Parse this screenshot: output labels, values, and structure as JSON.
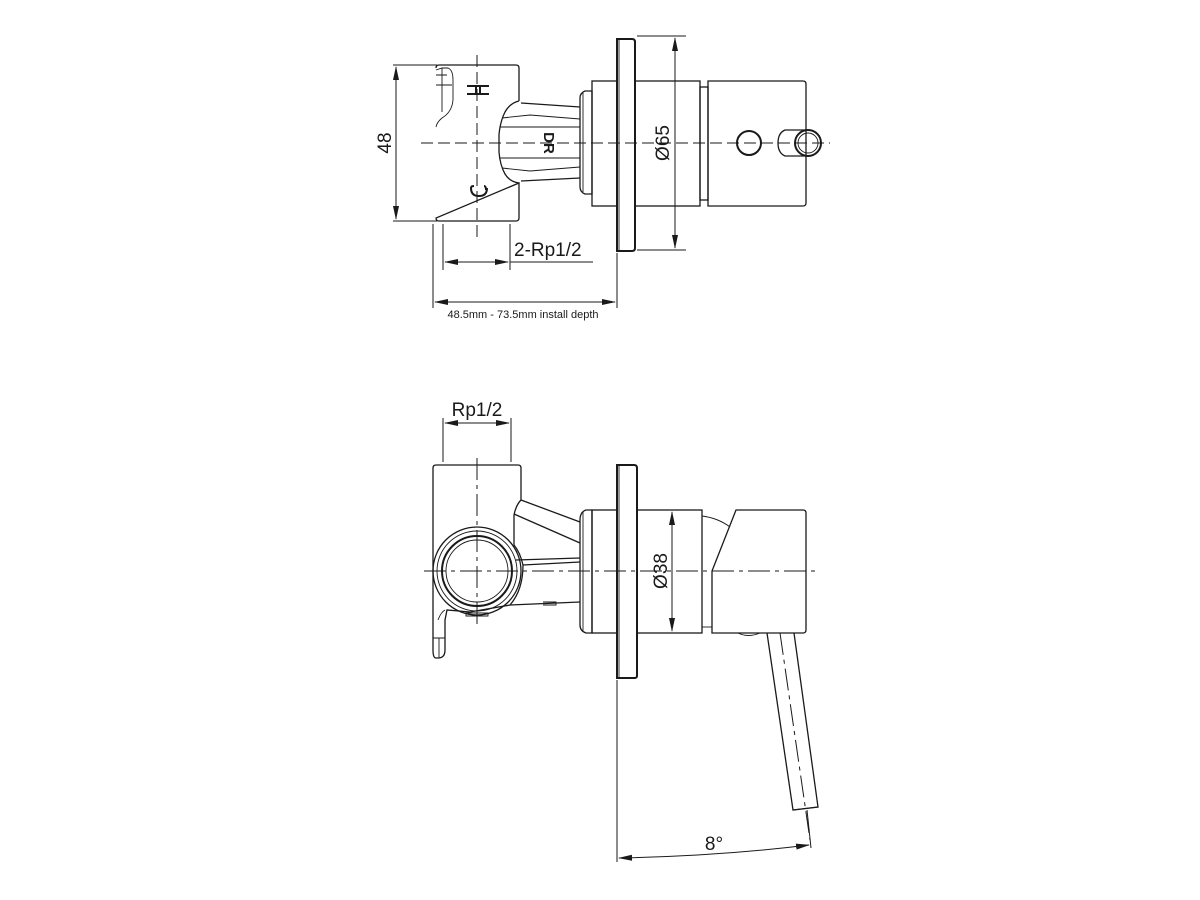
{
  "drawing": {
    "top_view": {
      "height_dim": "48",
      "diameter_dim": "Ø65",
      "inlet_dim": "2-Rp1/2",
      "install_depth": "48.5mm - 73.5mm install depth",
      "body_marks": {
        "hot": "H",
        "cold": "C",
        "direction": "DR"
      }
    },
    "side_view": {
      "outlet_dim": "Rp1/2",
      "diameter_dim": "Ø38",
      "lever_angle": "8°"
    }
  },
  "colors": {
    "line": "#1a1a1a",
    "background": "#ffffff"
  }
}
